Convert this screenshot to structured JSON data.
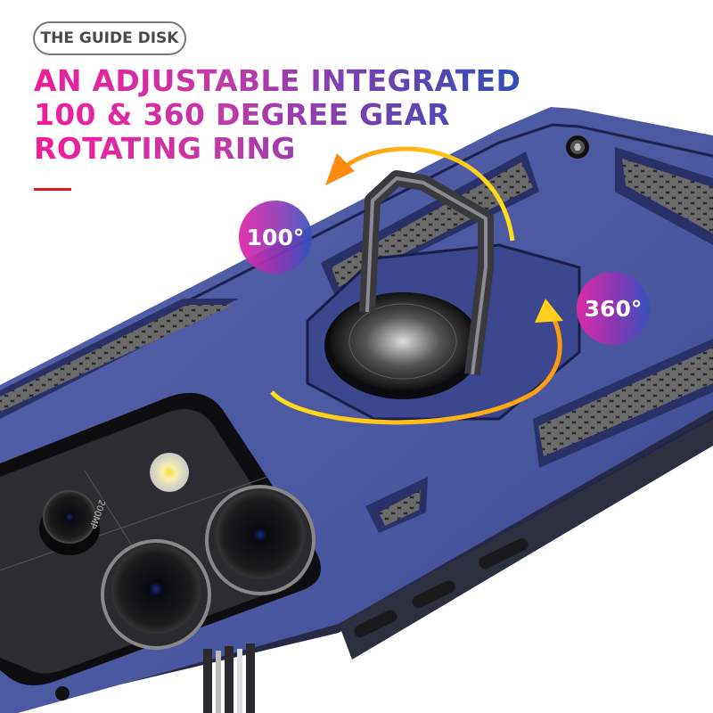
{
  "label_pill": "THE GUIDE DISK",
  "headline": {
    "lines": [
      "AN ADJUSTABLE INTEGRATED",
      "100 & 360 DEGREE GEAR",
      "ROTATING RING"
    ],
    "gradient_colors": [
      "#f21c9a",
      "#c03aa8",
      "#7b3fb0",
      "#2e4fb8"
    ]
  },
  "accent_dash_color": "#e8141c",
  "badges": {
    "small_angle": "100°",
    "full_angle": "360°"
  },
  "product": {
    "case_color": "#4a56a0",
    "case_shadow_color": "#2c3470",
    "camera_label": "200MP",
    "arrow_colors": [
      "#ffe01a",
      "#ff9a10"
    ]
  }
}
